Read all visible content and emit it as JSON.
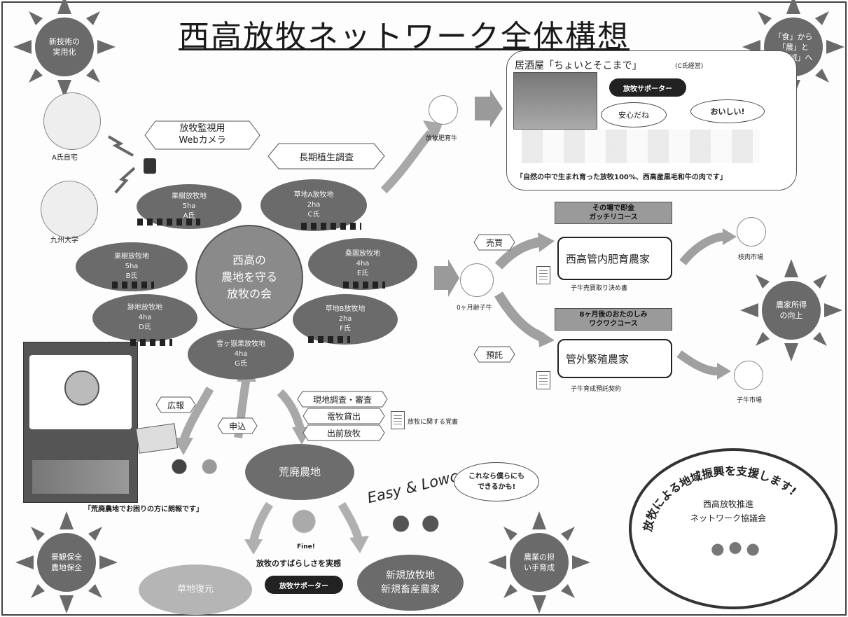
{
  "title": "西高放牧ネットワーク全体構想",
  "suns": {
    "top_left": "新技術の\n実用化",
    "top_right": "「食」から\n「農」と\n「地域」へ",
    "mid_right": "農家所得\nの向上",
    "bottom_left": "景観保全\n農地保全",
    "bottom_mid": "農業の担\nい手育成"
  },
  "left_nodes": {
    "a_home": "A氏自宅",
    "kyushu": "九州大学"
  },
  "hex_labels": {
    "webcam": [
      "放牧監視用",
      "Webカメラ"
    ],
    "vegetation": "長期植生調査",
    "survey": "現地調査・審査",
    "fence": "電牧貸出",
    "dispatch": "出前放牧",
    "sale": "売買",
    "consign": "預託",
    "apply": "申込",
    "pr": "広報"
  },
  "center": [
    "西高の",
    "農地を守る",
    "放牧の会"
  ],
  "pastures": [
    [
      "果樹放牧地",
      "5ha",
      "A氏"
    ],
    [
      "草地A放牧地",
      "2ha",
      "C氏"
    ],
    [
      "果樹放牧地",
      "5ha",
      "B氏"
    ],
    [
      "桑園放牧地",
      "4ha",
      "E氏"
    ],
    [
      "跡地放牧地",
      "4ha",
      "D氏"
    ],
    [
      "草地B放牧地",
      "2ha",
      "F氏"
    ],
    [
      "雪ヶ嶽果放牧地",
      "4ha",
      "G氏"
    ]
  ],
  "fattening_cattle": "放牧肥育牛",
  "izakaya": {
    "title": "居酒屋「ちょいとそこまで」",
    "owner": "(C氏経営)",
    "supporter": "放牧サポーター",
    "bubble1": "安心だね",
    "bubble2": "おいしい!",
    "caption": "「自然の中で生まれ育った放牧100%、西高産黒毛和牛の肉です」"
  },
  "course1": {
    "banner": [
      "その場で即金",
      "ガッチリコース"
    ],
    "farmer": "西高管内肥育農家",
    "doc": "子牛売買取り決め書",
    "market": "枝肉市場"
  },
  "calf": "0ヶ月齢子牛",
  "course2": {
    "banner": [
      "8ヶ月後のおたのしみ",
      "ワクワクコース"
    ],
    "farmer": "管外繁殖農家",
    "doc": "子牛育成預託契約",
    "market": "子牛市場"
  },
  "memo": "放牧に関する覚書",
  "abandoned": "荒廃農地",
  "poster_caption": "「荒廃農地でお困りの方に朗報です」",
  "easy": "Easy & Lowcost!",
  "speech": [
    "これなら僕らにも",
    "できるかも!"
  ],
  "fine": "Fine!",
  "great": "放牧のすばらしさを実感",
  "supporter2": "放牧サポーター",
  "restore": "草地復元",
  "new_farm": [
    "新規放牧地",
    "新規畜産農家"
  ],
  "support_ring": "放牧による地域振興を支援します!",
  "council": [
    "西高放牧推進",
    "ネットワーク協議会"
  ],
  "colors": {
    "oval": "#6b6b6b",
    "sun": "#6a6a6a",
    "arrow": "#9a9a9a"
  }
}
